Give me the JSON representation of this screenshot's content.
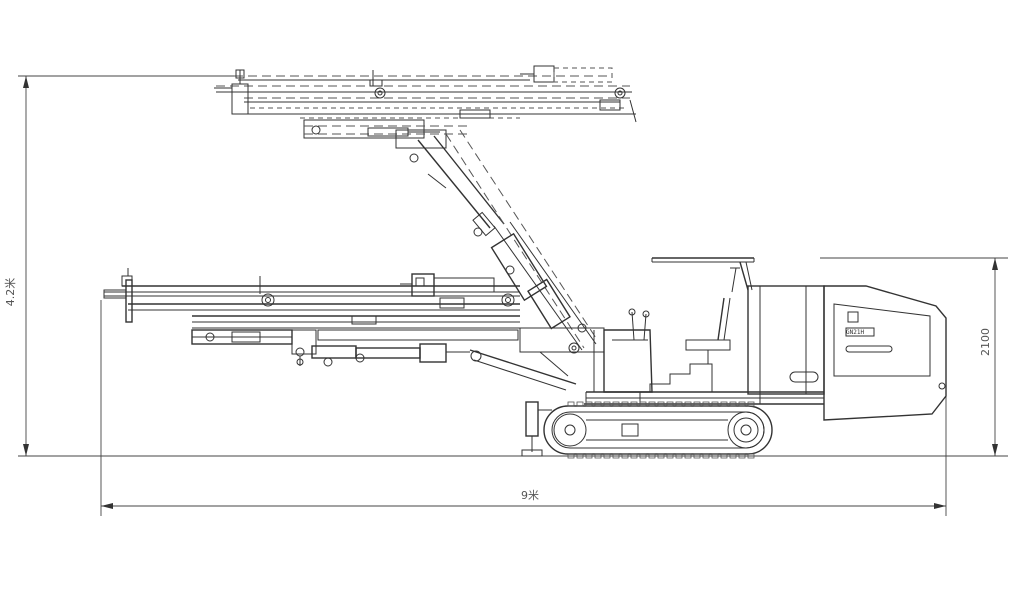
{
  "dimensions": {
    "height_total": "4.2米",
    "length_total": "9米",
    "machine_height": "2100"
  },
  "panel_label": "GN21H"
}
